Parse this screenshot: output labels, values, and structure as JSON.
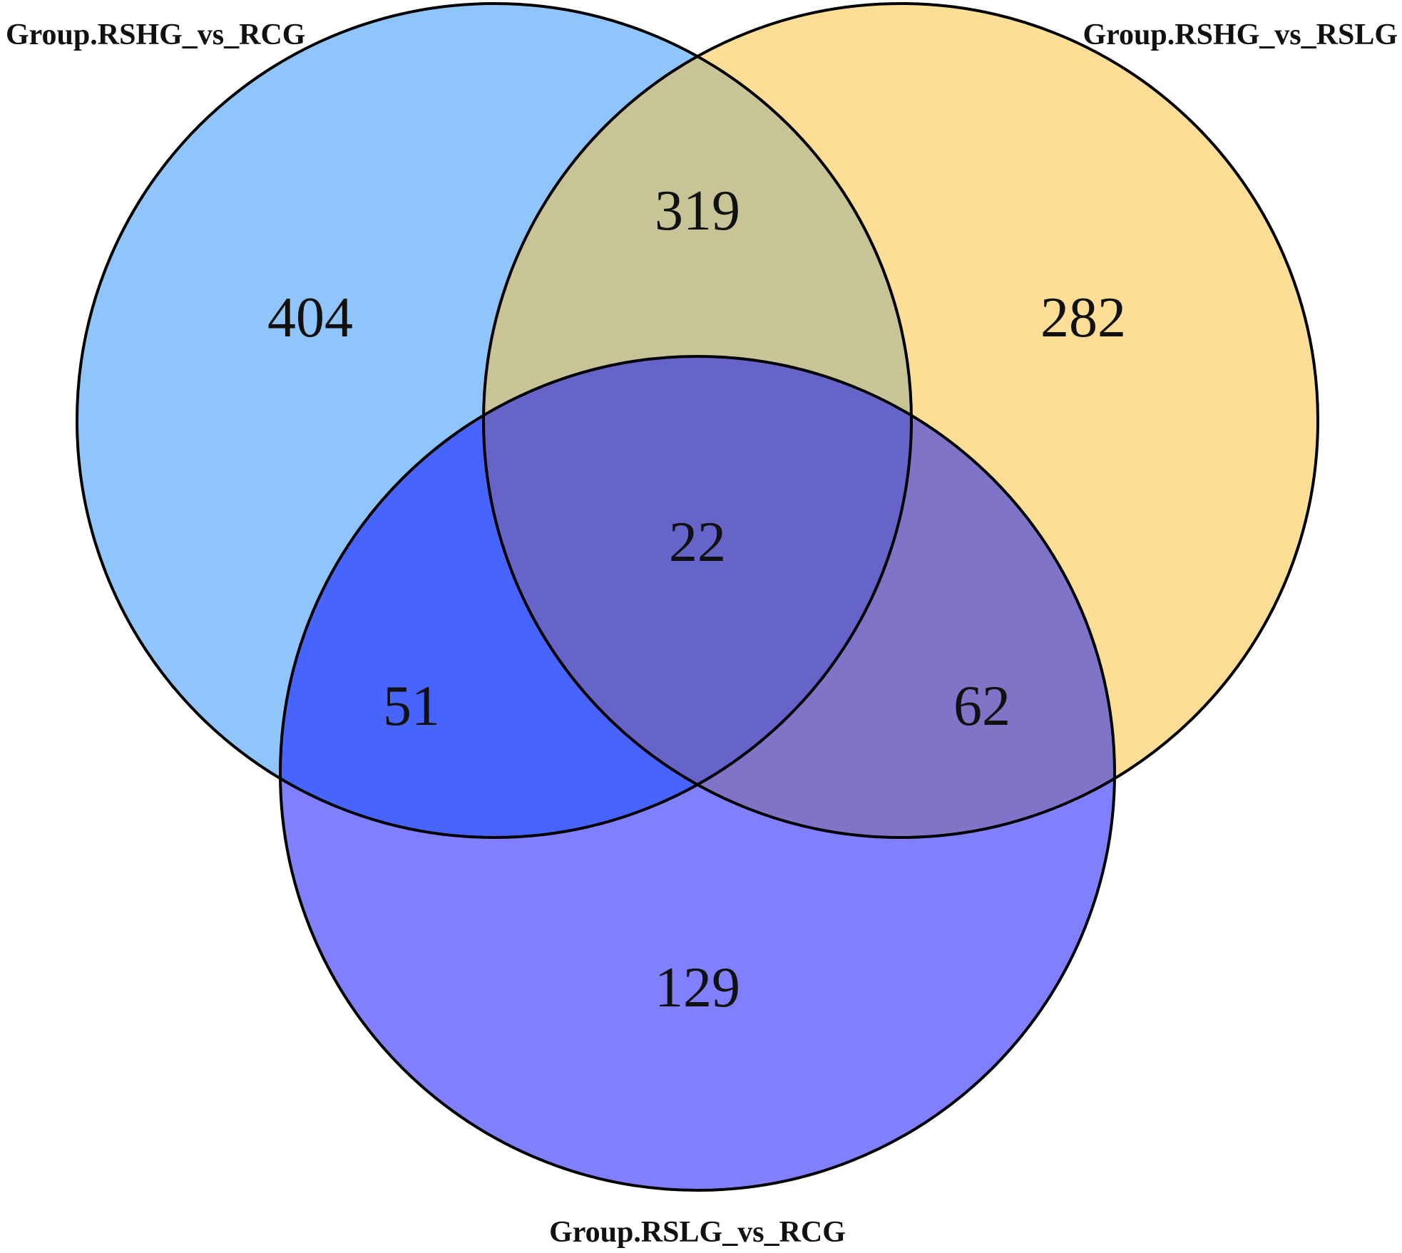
{
  "sets": [
    {
      "id": "A",
      "label": "Group.RSHG_vs_RCG",
      "color": "#90c5fc"
    },
    {
      "id": "B",
      "label": "Group.RSHG_vs_RSLG",
      "color": "#fcde96"
    },
    {
      "id": "C",
      "label": "Group.RSLG_vs_RCG",
      "color": "#8080fc"
    }
  ],
  "regions": {
    "a_only": "404",
    "ab": "319",
    "b_only": "282",
    "abc": "22",
    "ac": "51",
    "bc": "62",
    "c_only": "129"
  },
  "region_colors": {
    "ab": "#c8c497",
    "ac": "#4764fc",
    "bc": "#8074c8",
    "abc": "#6664c8"
  }
}
